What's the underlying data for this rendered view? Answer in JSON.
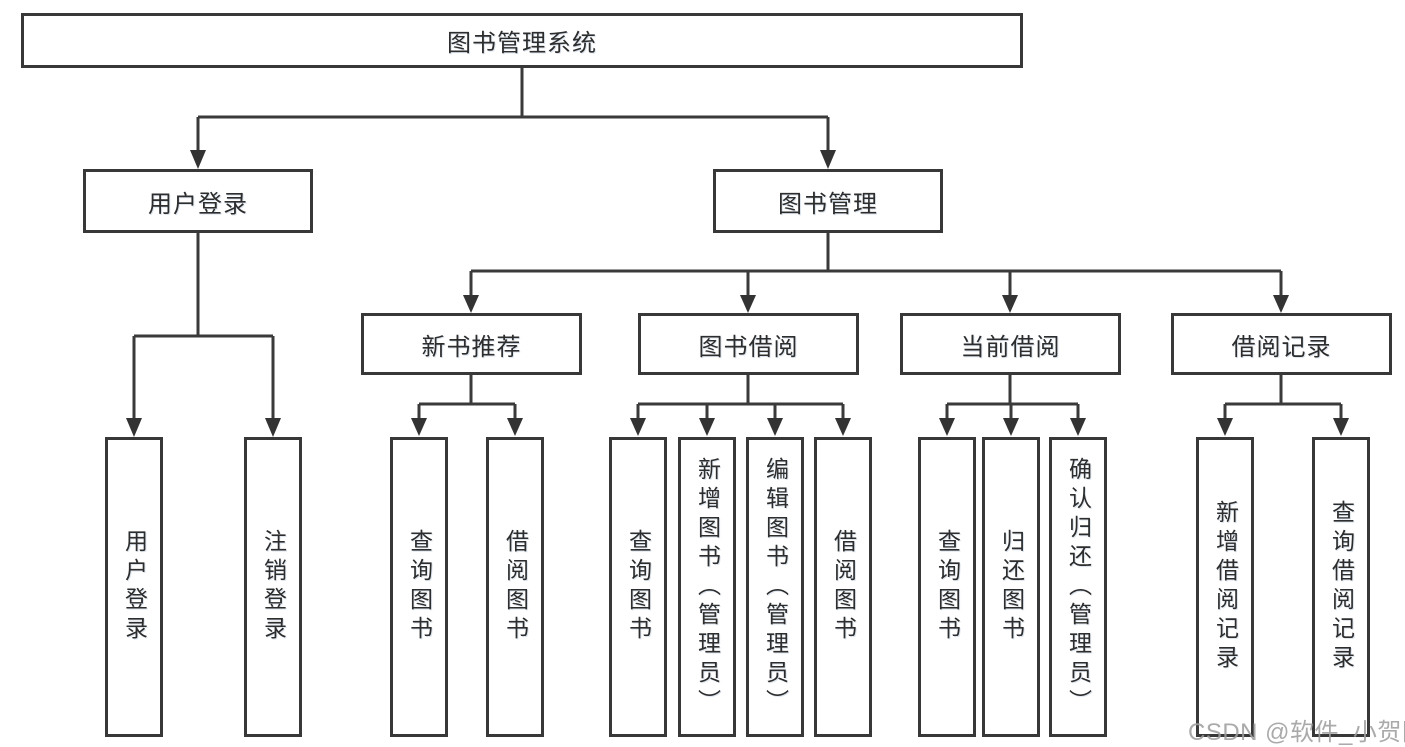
{
  "diagram_title": "图书管理系统",
  "tree": {
    "label": "图书管理系统",
    "children": [
      {
        "label": "用户登录",
        "children": [
          {
            "label": "用户登录"
          },
          {
            "label": "注销登录"
          }
        ]
      },
      {
        "label": "图书管理",
        "children": [
          {
            "label": "新书推荐",
            "children": [
              {
                "label": "查询图书"
              },
              {
                "label": "借阅图书"
              }
            ]
          },
          {
            "label": "图书借阅",
            "children": [
              {
                "label": "查询图书"
              },
              {
                "label": "新增图书（管理员）"
              },
              {
                "label": "编辑图书（管理员）"
              },
              {
                "label": "借阅图书"
              }
            ]
          },
          {
            "label": "当前借阅",
            "children": [
              {
                "label": "查询图书"
              },
              {
                "label": "归还图书"
              },
              {
                "label": "确认归还（管理员）"
              }
            ]
          },
          {
            "label": "借阅记录",
            "children": [
              {
                "label": "新增借阅记录"
              },
              {
                "label": "查询借阅记录"
              }
            ]
          }
        ]
      }
    ]
  },
  "watermark": {
    "text": "CSDN @软件_小贺同学"
  },
  "colors": {
    "line": "#3a3a3a",
    "border": "#383838",
    "text": "#2d2d2d",
    "watermark": "#9f9f9f",
    "background": "#ffffff"
  }
}
